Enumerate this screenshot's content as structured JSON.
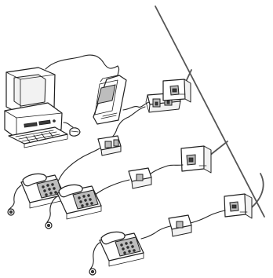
{
  "diagram": {
    "type": "telephone line extension wiring illustration",
    "colors": {
      "background": "#ffffff",
      "line": "#1f1f1f",
      "shade": "#bdbdbd",
      "dark": "#3a3a3a"
    },
    "devices": [
      {
        "name": "computer",
        "icon": "computer-icon"
      },
      {
        "name": "modem",
        "icon": "modem-icon"
      },
      {
        "name": "wall-jack",
        "icon": "wall-jack-icon"
      },
      {
        "name": "line-splitter",
        "icon": "splitter-icon"
      },
      {
        "name": "telephone",
        "icon": "telephone-icon"
      }
    ]
  }
}
